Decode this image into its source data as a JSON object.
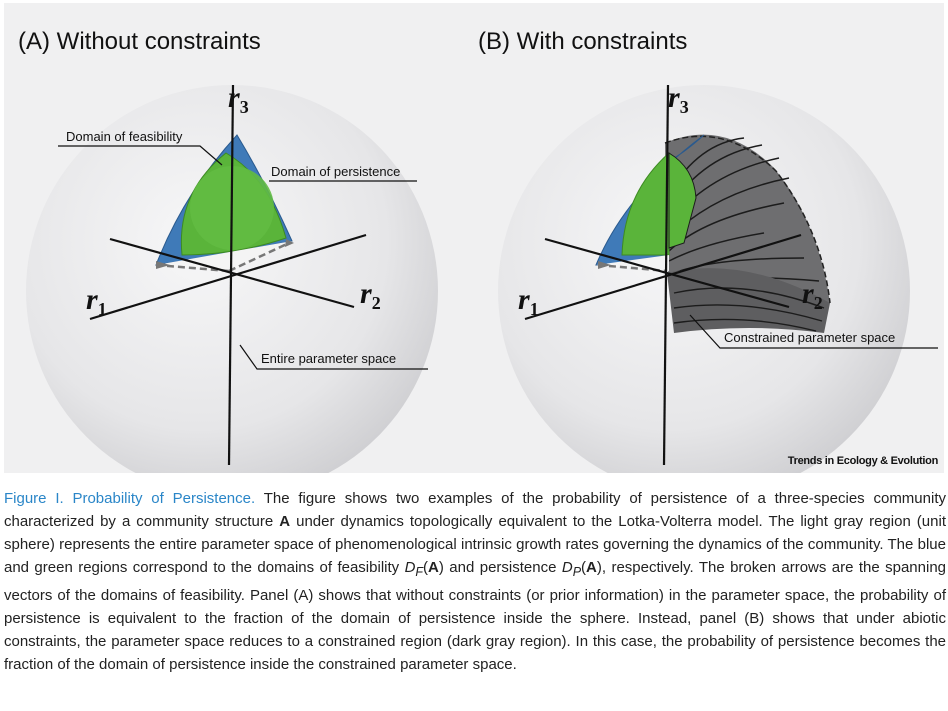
{
  "figure": {
    "panel_a_title": "(A) Without constraints",
    "panel_b_title": "(B) With constraints",
    "labels": {
      "domain_feasibility": "Domain of feasibility",
      "domain_persistence": "Domain of persistence",
      "entire_space": "Entire parameter space",
      "constrained_space": "Constrained parameter space"
    },
    "axes": {
      "r1": "r",
      "r1_sub": "1",
      "r2": "r",
      "r2_sub": "2",
      "r3": "r",
      "r3_sub": "3"
    },
    "source": "Trends in Ecology & Evolution",
    "colors": {
      "feasibility": "#3f7ab8",
      "persistence": "#5ab43a",
      "sphere": "#dedee0",
      "constrained": "#6a6a6a"
    }
  },
  "caption": {
    "title": "Figure I. Probability of Persistence.",
    "p1": " The figure shows two examples of the probability of persistence of a three-species community characterized by a community structure ",
    "A1": "A",
    "p2": " under dynamics topologically equivalent to the Lotka-Volterra model. The light gray region (unit sphere) represents the entire parameter space of phenomenological intrinsic growth rates governing the dynamics of the community. The blue and green regions correspond to the domains of feasibility ",
    "DF": "D",
    "DF_sub": "F",
    "open1": "(",
    "A2": "A",
    "p3": ") and persistence ",
    "DP": "D",
    "DP_sub": "P",
    "open2": "(",
    "A3": "A",
    "p4": "), respectively. The broken arrows are the spanning vectors of the domains of feasibility. Panel (A) shows that without constraints (or prior information) in the parameter space, the probability of persistence is equivalent to the fraction of the domain of persistence inside the sphere. Instead, panel (B) shows that under abiotic constraints, the parameter space reduces to a constrained region (dark gray region). In this case, the probability of persistence becomes the fraction of the domain of persistence inside the constrained parameter space."
  }
}
